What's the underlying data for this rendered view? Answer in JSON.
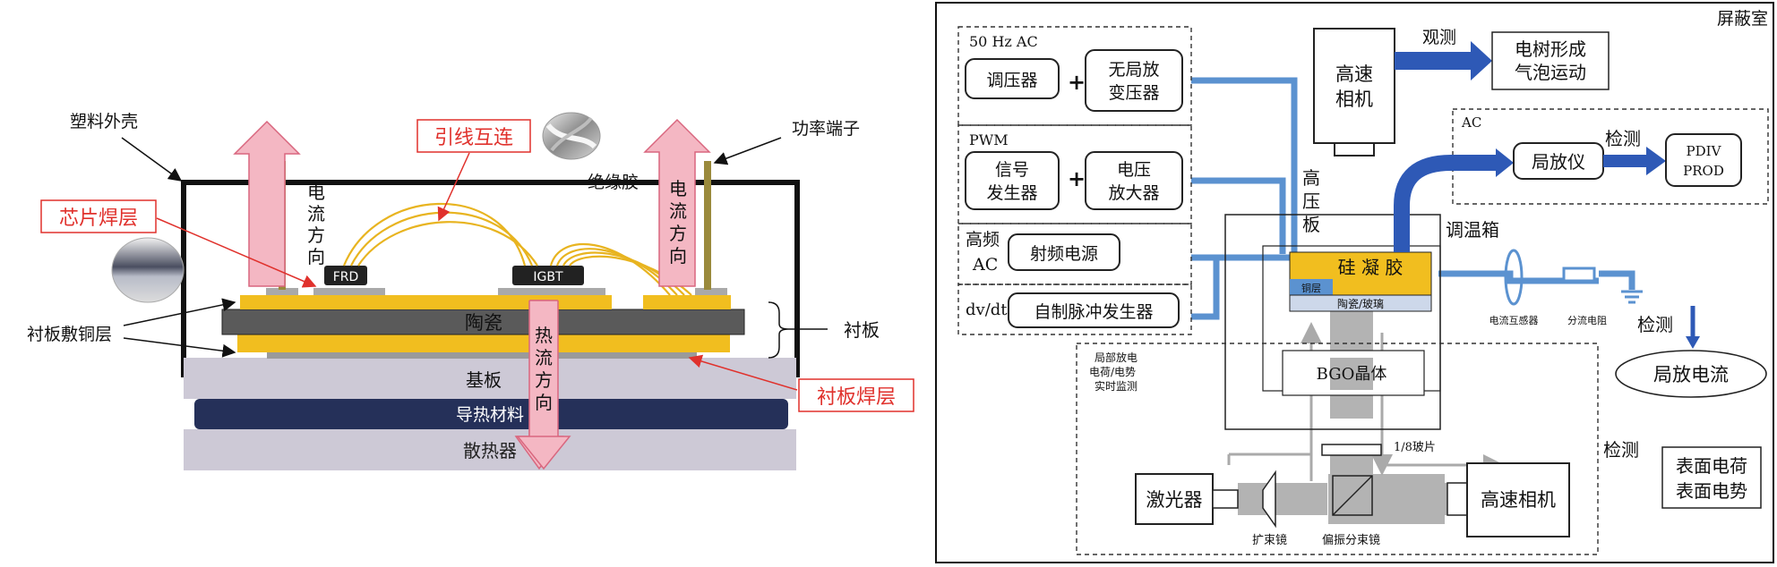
{
  "colors": {
    "copper": "#f1be1f",
    "ceramic": "#5a5a5a",
    "baseplate": "#cdc9d6",
    "thermal": "#253059",
    "arrow_pink": "#f4b7c3",
    "arrow_pink_edge": "#d9677f",
    "terminal": "#9a8a3c",
    "red_label": "#e0312c",
    "blue_thick": "#2e59b6",
    "blue_thin": "#5b92d0",
    "gray_beam": "#b3b3b3"
  },
  "left": {
    "label_plastic_shell": "塑料外壳",
    "label_power_terminal": "功率端子",
    "label_chip_solder": "芯片焊层",
    "label_wire_bond": "引线互连",
    "label_insulating_gel": "绝缘胶",
    "arrow_current_left": [
      "电",
      "流",
      "方",
      "向"
    ],
    "arrow_current_right": [
      "电",
      "流",
      "方",
      "向"
    ],
    "arrow_heat": [
      "热",
      "流",
      "方",
      "向"
    ],
    "chip_frd": "FRD",
    "chip_igbt": "IGBT",
    "layer_ceramic": "陶瓷",
    "label_substrate_copper": "衬板敷铜层",
    "label_substrate": "衬板",
    "label_substrate_solder": "衬板焊层",
    "layer_baseplate": "基板",
    "layer_thermal": "导热材料",
    "layer_heatsink": "散热器"
  },
  "right": {
    "shield_room": "屏蔽室",
    "group_ac_label": "50 Hz  AC",
    "box_regulator": "调压器",
    "box_pd_free_transformer": [
      "无局放",
      "变压器"
    ],
    "group_pwm_label": "PWM",
    "box_signal_gen": [
      "信号",
      "发生器"
    ],
    "box_voltage_amp": [
      "电压",
      "放大器"
    ],
    "hf_label": [
      "高频",
      "AC"
    ],
    "box_rf_source": "射频电源",
    "dvdt_label": "dv/dt",
    "box_pulse_gen": "自制脉冲发生器",
    "plus_sign": "+",
    "box_hs_camera_top": [
      "高速",
      "相机"
    ],
    "label_observe": "观测",
    "box_tree_bubble": [
      "电树形成",
      "气泡运动"
    ],
    "label_hv_plate": [
      "高",
      "压",
      "板"
    ],
    "label_temp_box": "调温箱",
    "silicone_gel": "硅 凝 胶",
    "copper_layer": "铜层",
    "ceramic_glass": "陶瓷/玻璃",
    "bgo_crystal": "BGO晶体",
    "group_ac_right": "AC",
    "box_pd_meter": "局放仪",
    "label_detect_1": "检测",
    "box_pdiv": [
      "PDIV",
      "PROD"
    ],
    "label_current_transformer": "电流互感器",
    "label_shunt": "分流电阻",
    "label_detect_2": "检测",
    "ellipse_pd_current": "局放电流",
    "pd_monitor": [
      "局部放电",
      "电荷/电势",
      "实时监测"
    ],
    "label_waveplate": "1/8玻片",
    "box_laser": "激光器",
    "box_hs_camera_bottom": "高速相机",
    "label_beam_expander": "扩束镜",
    "label_pbs": "偏振分束镜",
    "label_detect_3": "检测",
    "box_surface": [
      "表面电荷",
      "表面电势"
    ]
  }
}
